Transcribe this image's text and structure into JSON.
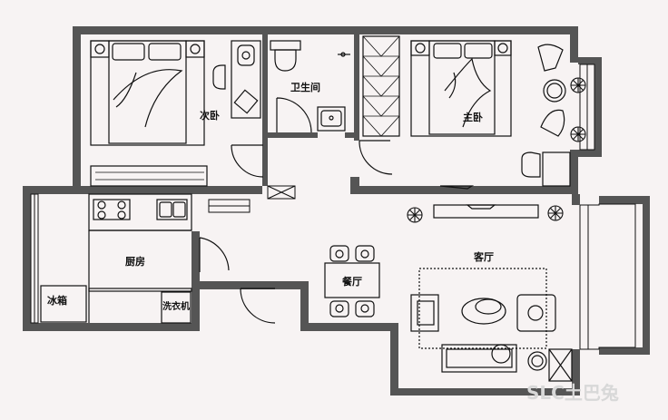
{
  "rooms": {
    "second_bedroom": "次卧",
    "bathroom": "卫生间",
    "master_bedroom": "主卧",
    "kitchen": "厨房",
    "living_room": "客厅",
    "dining_room": "餐厅",
    "fridge": "冰箱",
    "washer": "洗衣机"
  },
  "watermark": "SLC土巴兔",
  "colors": {
    "wall": "#555555",
    "line": "#111111",
    "background": "#f7f3f3"
  }
}
